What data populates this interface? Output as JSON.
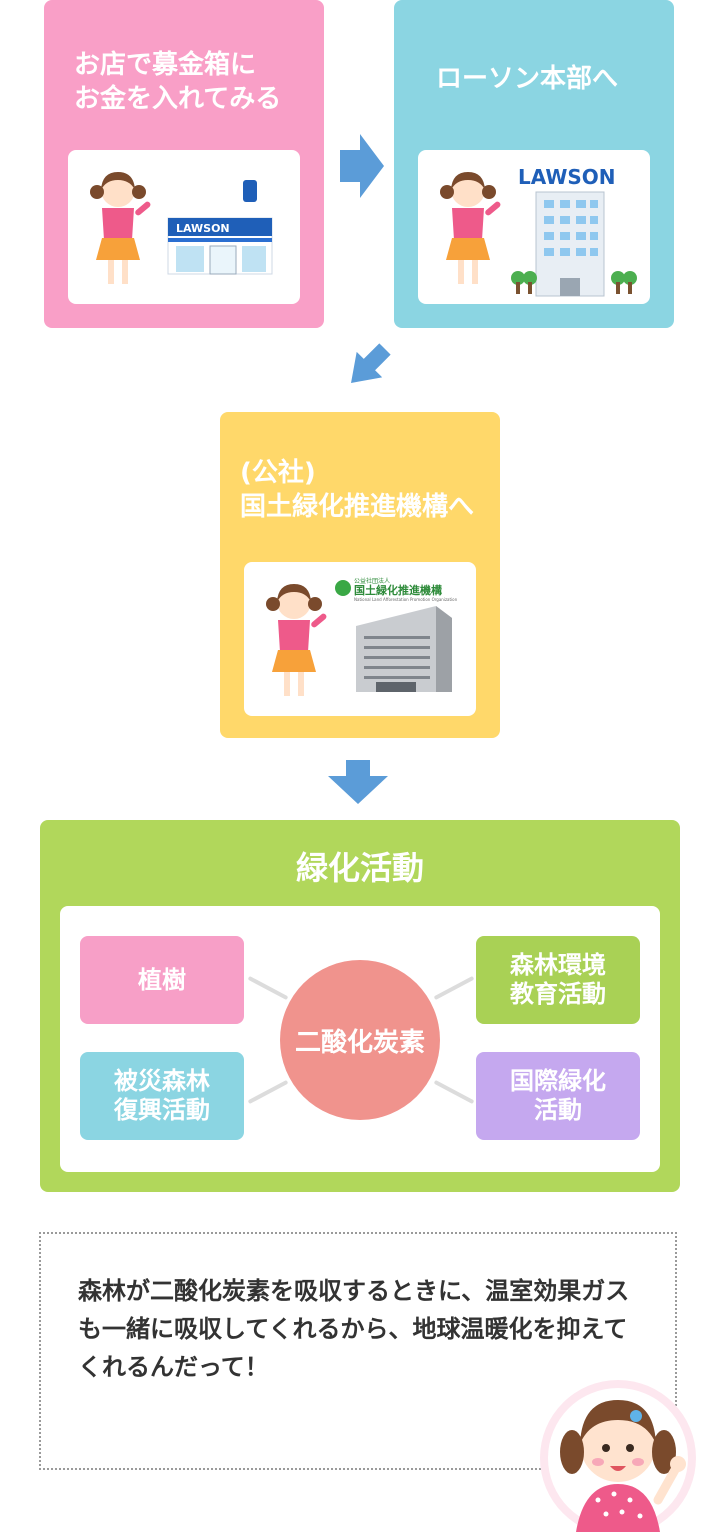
{
  "steps": {
    "store": {
      "title": "お店で募金箱に\nお金を入れてみる",
      "sign_text": "LAWSON",
      "color": "#f99fc7"
    },
    "hq": {
      "title": "ローソン本部へ",
      "building_text": "LAWSON",
      "color": "#8bd5e2"
    },
    "org": {
      "title": "(公社)\n国土緑化推進機構へ",
      "logo_small": "公益社団法人",
      "logo_name": "国土緑化推進機構",
      "logo_en": "National Land Afforestation Promotion Organization",
      "color": "#ffd86a"
    }
  },
  "activities": {
    "title": "緑化活動",
    "center": "二酸化炭素",
    "items": [
      {
        "label": "植樹",
        "color": "#f79fc7"
      },
      {
        "label": "被災森林\n復興活動",
        "color": "#8bd5e2"
      },
      {
        "label": "森林環境\n教育活動",
        "color": "#a9d155"
      },
      {
        "label": "国際緑化\n活動",
        "color": "#c5a8ef"
      }
    ],
    "color": "#b1d75b"
  },
  "message": {
    "text": "森林が二酸化炭素を吸収するときに、温室効果ガスも一緒に吸収してくれるから、地球温暖化を抑えてくれるんだって！"
  },
  "arrow_color": "#5b9cd8"
}
